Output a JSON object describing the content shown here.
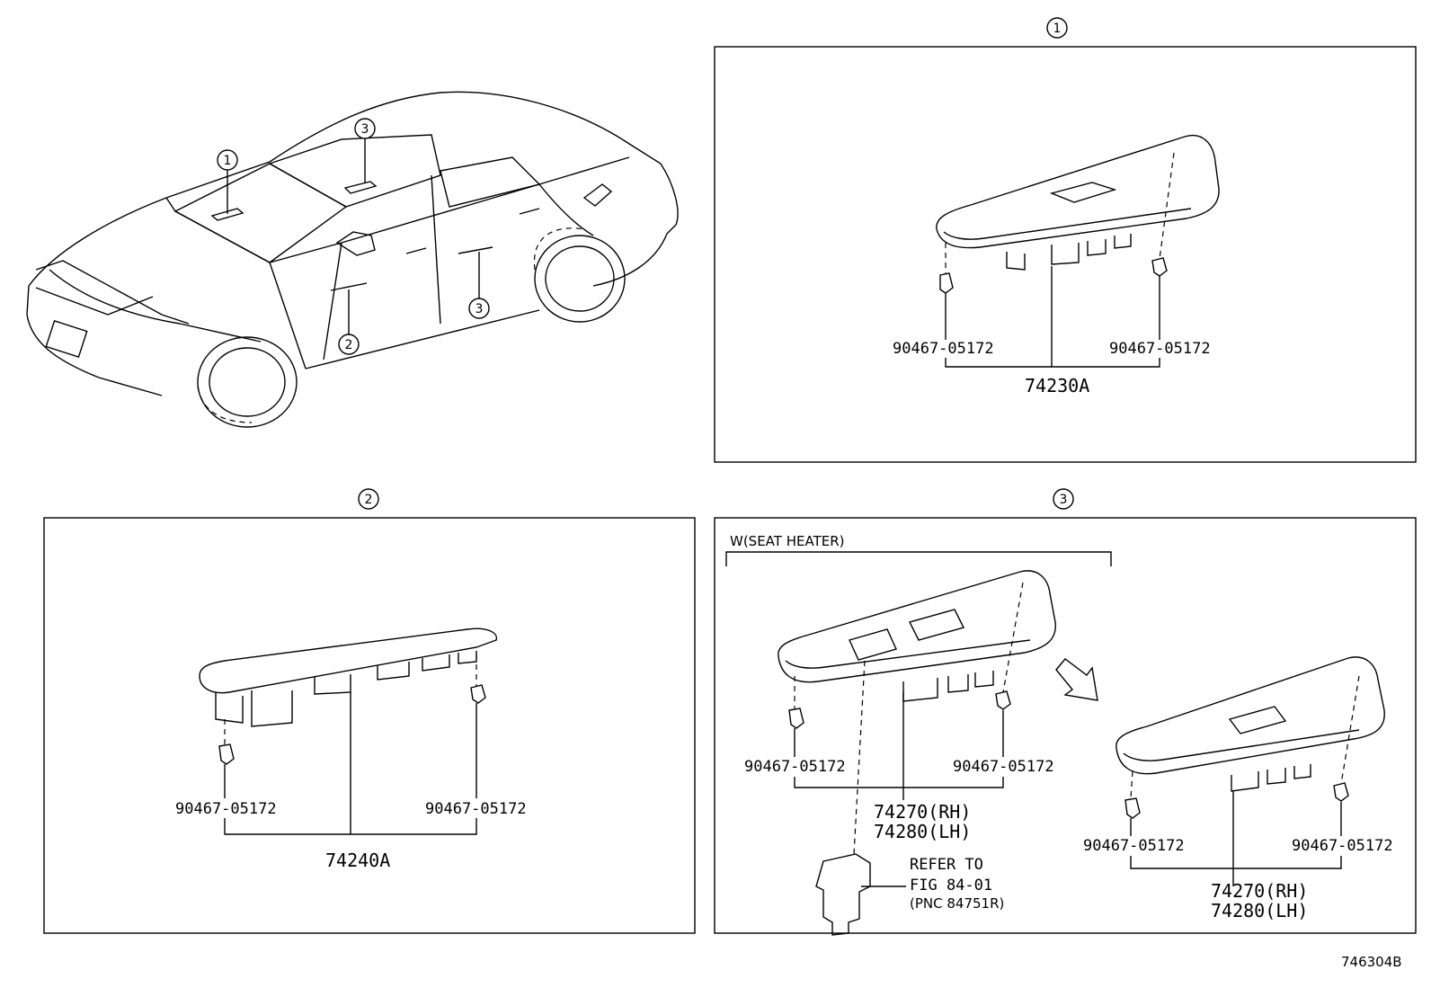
{
  "car_callouts": {
    "one": "1",
    "two": "2",
    "three": "3"
  },
  "panel1": {
    "marker": "1",
    "clip_left": "90467-05172",
    "clip_right": "90467-05172",
    "assembly": "74230A"
  },
  "panel2": {
    "marker": "2",
    "clip_left": "90467-05172",
    "clip_right": "90467-05172",
    "assembly": "74240A"
  },
  "panel3": {
    "marker": "3",
    "bracket_label": "W(SEAT HEATER)",
    "left": {
      "clip_left": "90467-05172",
      "clip_right": "90467-05172",
      "assembly_rh": "74270(RH)",
      "assembly_lh": "74280(LH)",
      "refer_line1": "REFER TO",
      "refer_line2": "FIG 84-01",
      "refer_line3": "(PNC 84751R)"
    },
    "right": {
      "clip_left": "90467-05172",
      "clip_right": "90467-05172",
      "assembly_rh": "74270(RH)",
      "assembly_lh": "74280(LH)"
    }
  },
  "figure_id": "746304B"
}
